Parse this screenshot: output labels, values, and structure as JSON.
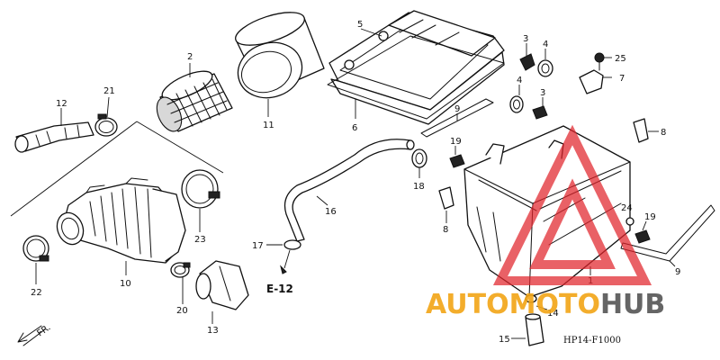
{
  "callouts": [
    {
      "id": "c1",
      "text": "1"
    },
    {
      "id": "c2",
      "text": "2"
    },
    {
      "id": "c3a",
      "text": "3"
    },
    {
      "id": "c3b",
      "text": "3"
    },
    {
      "id": "c4a",
      "text": "4"
    },
    {
      "id": "c4b",
      "text": "4"
    },
    {
      "id": "c5",
      "text": "5"
    },
    {
      "id": "c6",
      "text": "6"
    },
    {
      "id": "c7",
      "text": "7"
    },
    {
      "id": "c8a",
      "text": "8"
    },
    {
      "id": "c8b",
      "text": "8"
    },
    {
      "id": "c9a",
      "text": "9"
    },
    {
      "id": "c9b",
      "text": "9"
    },
    {
      "id": "c10",
      "text": "10"
    },
    {
      "id": "c11",
      "text": "11"
    },
    {
      "id": "c12",
      "text": "12"
    },
    {
      "id": "c13",
      "text": "13"
    },
    {
      "id": "c14",
      "text": "14"
    },
    {
      "id": "c15",
      "text": "15"
    },
    {
      "id": "c16",
      "text": "16"
    },
    {
      "id": "c17",
      "text": "17"
    },
    {
      "id": "c18",
      "text": "18"
    },
    {
      "id": "c19a",
      "text": "19"
    },
    {
      "id": "c19b",
      "text": "19"
    },
    {
      "id": "c20",
      "text": "20"
    },
    {
      "id": "c21",
      "text": "21"
    },
    {
      "id": "c22",
      "text": "22"
    },
    {
      "id": "c23",
      "text": "23"
    },
    {
      "id": "c24",
      "text": "24"
    },
    {
      "id": "c25",
      "text": "25"
    }
  ],
  "reference": "E-12",
  "direction": "FR.",
  "diagram_code": "HP14-F1000",
  "watermark": {
    "part1": "AUTO",
    "part2": "MOTO",
    "part3": "HUB",
    "colors": {
      "triangle": "#e0242b",
      "auto": "#f2a516",
      "hub": "#555555"
    }
  }
}
